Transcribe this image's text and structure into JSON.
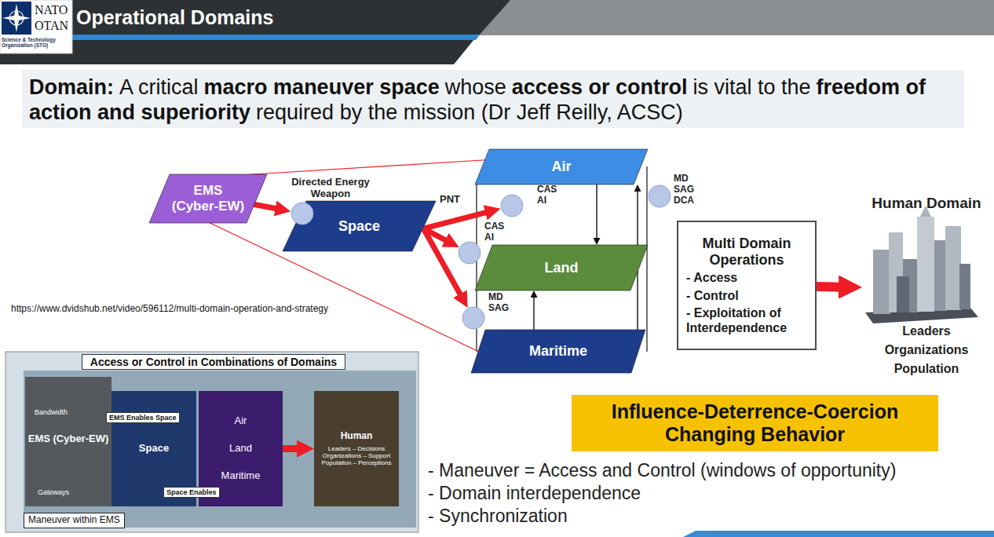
{
  "diagram": {
    "title": "Operational Domains",
    "nodes": [
      {
        "text": [
          "EMS (Cyber-EW)"
        ]
      },
      {
        "text": [
          "Space"
        ]
      },
      {
        "text": [
          "Air"
        ]
      },
      {
        "text": [
          "Land"
        ]
      },
      {
        "text": [
          "Maritime"
        ]
      },
      {
        "text": [
          "Directed Energy Weapon"
        ]
      },
      {
        "text": [
          "CAS AI"
        ]
      },
      {
        "text": [
          "CAS AI"
        ]
      },
      {
        "text": [
          "MD SAG"
        ]
      },
      {
        "text": [
          "MD SAG DCA"
        ]
      },
      {
        "text": [
          "Multi Domain Operations",
          "- Access",
          "- Control",
          "- Exploitation of Interdependence"
        ]
      },
      {
        "text": [
          "Human Domain",
          "Leaders",
          "Organizations",
          "Population"
        ]
      },
      {
        "text": [
          "Influence-Deterrence-Coercion",
          "Changing Behavior"
        ]
      },
      {
        "text": [
          "Access or Control in Combinations of Domains"
        ]
      },
      {
        "text": [
          "Bandwidth",
          "EMS (Cyber-EW)",
          "Gateways"
        ],
        "in": 13
      },
      {
        "text": [
          "EMS Enables Space"
        ],
        "in": 13
      },
      {
        "text": [
          "Space"
        ],
        "in": 13
      },
      {
        "text": [
          "Space Enables"
        ],
        "in": 13
      },
      {
        "text": [
          "Air",
          "Land",
          "Maritime"
        ],
        "in": 13
      },
      {
        "text": [
          "Human",
          "Leaders – Decisions Organizations – Support Population – Perceptions"
        ],
        "in": 13
      },
      {
        "text": [
          "Maneuver within EMS"
        ],
        "in": 13
      }
    ],
    "edges": [
      {
        "from": 0,
        "to": 5,
        "arrow": "to"
      },
      {
        "from": 1,
        "to": 6,
        "arrow": "to"
      },
      {
        "from": 1,
        "to": 7,
        "arrow": "to"
      },
      {
        "from": 1,
        "to": 8,
        "arrow": "to"
      },
      {
        "from": 0,
        "to": 2,
        "arrow": "none"
      },
      {
        "from": 0,
        "to": 4,
        "arrow": "none"
      },
      {
        "from": 2,
        "to": 3,
        "arrow": "to"
      },
      {
        "from": 4,
        "to": 3,
        "arrow": "to"
      },
      {
        "from": 4,
        "to": 2,
        "arrow": "to"
      },
      {
        "from": 10,
        "to": 11,
        "arrow": "to"
      },
      {
        "from": 18,
        "to": 19,
        "arrow": "to"
      }
    ],
    "labels": [
      "NATO",
      "OTAN",
      "Science & Technology Organization (STO)",
      "Domain:",
      "A critical",
      "macro maneuver space",
      "whose",
      "access or control",
      "is vital to the",
      "freedom of action and superiority",
      "required by the mission (Dr Jeff Reilly, ACSC)",
      "PNT",
      "https://www.dvidshub.net/video/596112/multi-domain-operation-and-strategy",
      "- Maneuver = Access and Control (windows of opportunity)",
      "- Domain interdependence",
      "- Synchronization"
    ]
  }
}
